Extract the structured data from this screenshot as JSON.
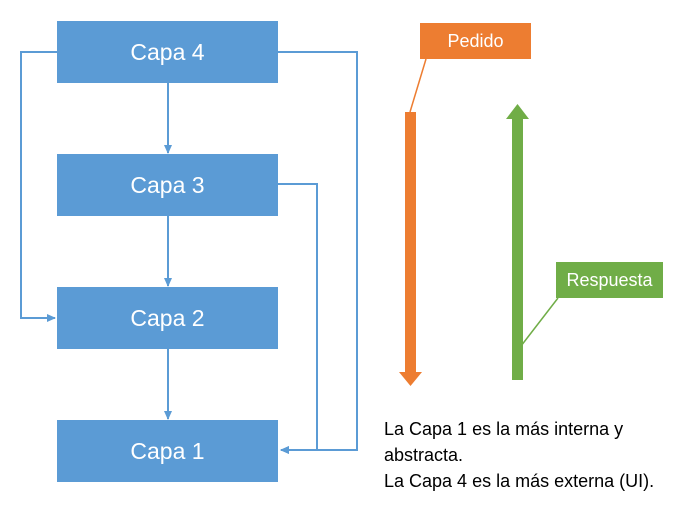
{
  "layers": [
    {
      "id": "capa-4",
      "label": "Capa 4"
    },
    {
      "id": "capa-3",
      "label": "Capa 3"
    },
    {
      "id": "capa-2",
      "label": "Capa 2"
    },
    {
      "id": "capa-1",
      "label": "Capa 1"
    }
  ],
  "flow": {
    "request": {
      "label": "Pedido",
      "color": "#ed7d31"
    },
    "response": {
      "label": "Respuesta",
      "color": "#70ad47"
    }
  },
  "colors": {
    "layer_fill": "#5b9bd5",
    "connector": "#5b9bd5"
  },
  "note": {
    "line1": "La Capa 1 es la más interna y abstracta.",
    "line2": "La Capa 4 es la más externa (UI)."
  }
}
